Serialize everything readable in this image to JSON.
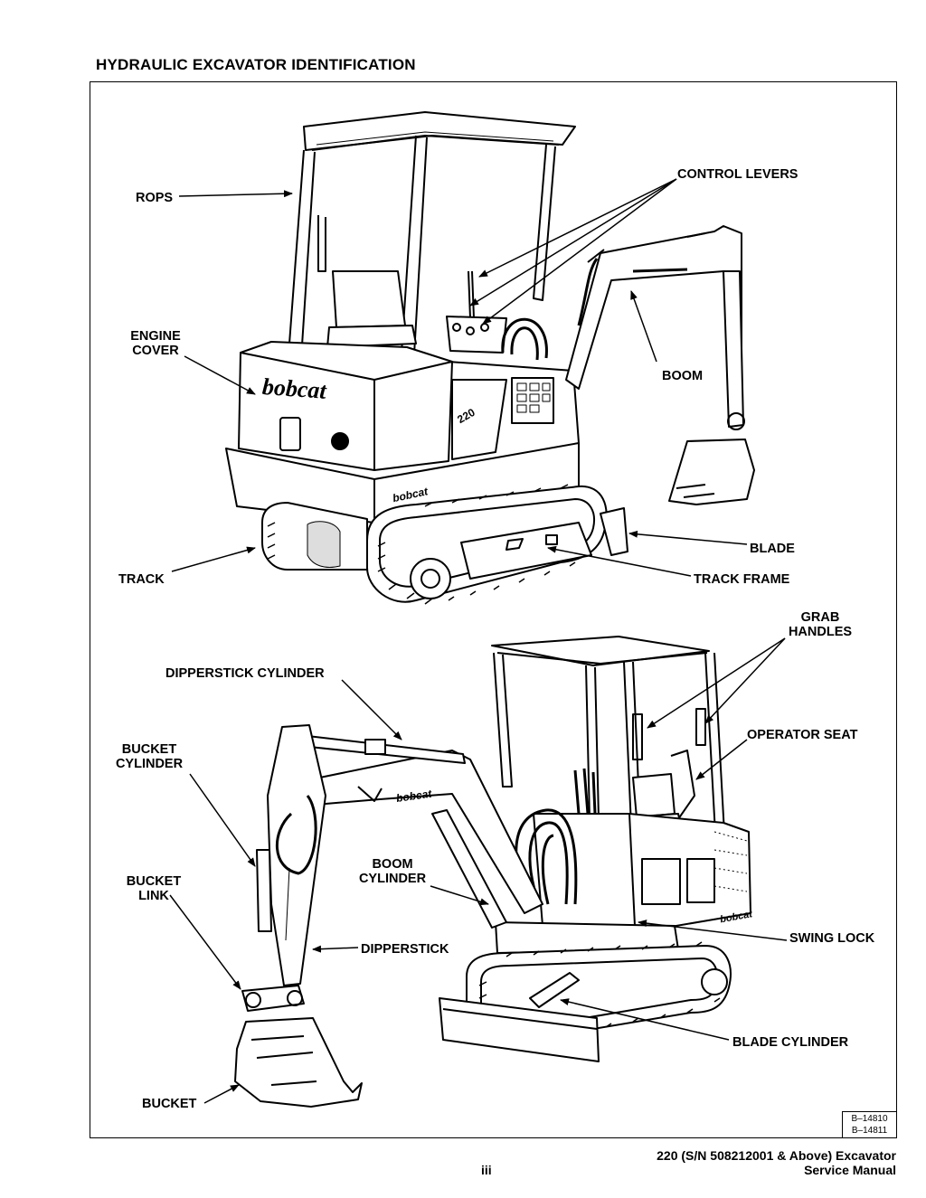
{
  "page": {
    "title": "HYDRAULIC EXCAVATOR IDENTIFICATION",
    "page_number": "iii",
    "footer_line1": "220 (S/N 508212001 & Above) Excavator",
    "footer_line2": "Service Manual"
  },
  "figure_refs": [
    "B–14810",
    "B–14811"
  ],
  "rear_view_labels": {
    "rops": "ROPS",
    "control_levers": "CONTROL LEVERS",
    "engine_cover_1": "ENGINE",
    "engine_cover_2": "COVER",
    "boom": "BOOM",
    "blade": "BLADE",
    "track": "TRACK",
    "track_frame": "TRACK FRAME"
  },
  "front_view_labels": {
    "grab_handles_1": "GRAB",
    "grab_handles_2": "HANDLES",
    "dipperstick_cylinder": "DIPPERSTICK CYLINDER",
    "operator_seat": "OPERATOR SEAT",
    "bucket_cylinder_1": "BUCKET",
    "bucket_cylinder_2": "CYLINDER",
    "boom_cylinder_1": "BOOM",
    "boom_cylinder_2": "CYLINDER",
    "bucket_link_1": "BUCKET",
    "bucket_link_2": "LINK",
    "swing_lock": "SWING LOCK",
    "dipperstick": "DIPPERSTICK",
    "blade_cylinder": "BLADE CYLINDER",
    "bucket": "BUCKET"
  },
  "logo_text": {
    "engine_cover_logo": "bobcat",
    "model_badge": "220",
    "decal_logo": "bobcat"
  }
}
